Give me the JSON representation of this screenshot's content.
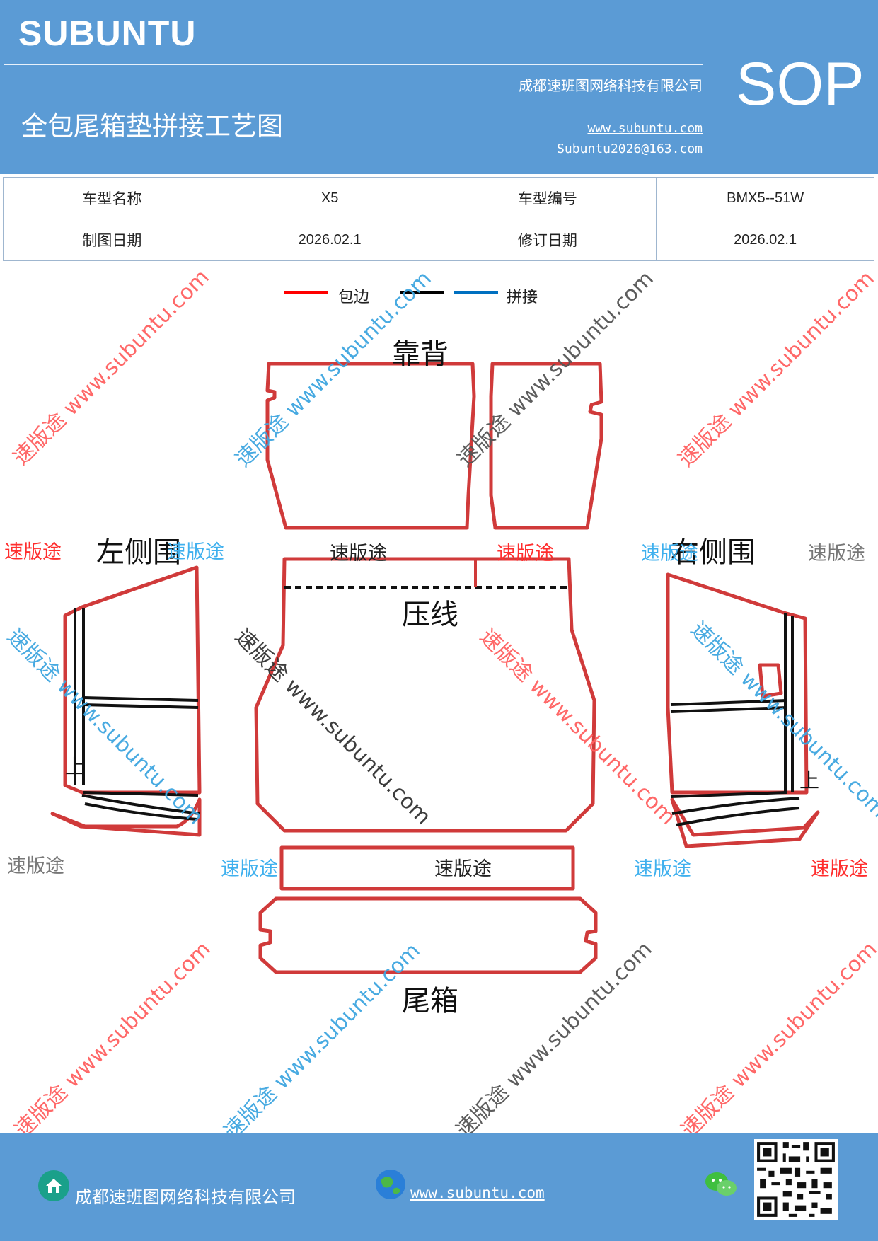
{
  "header": {
    "brand": "SUBUNTU",
    "title": "全包尾箱垫拼接工艺图",
    "company": "成都速班图网络科技有限公司",
    "website": "www.subuntu.com",
    "email": "Subuntu2026@163.com",
    "badge": "SOP"
  },
  "info_table": {
    "row1": {
      "label1": "车型名称",
      "value1": "X5",
      "label2": "车型编号",
      "value2": "BMX5--51W"
    },
    "row2": {
      "label1": "制图日期",
      "value1": "2026.02.1",
      "label2": "修订日期",
      "value2": "2026.02.1"
    }
  },
  "legend": {
    "items": [
      {
        "label": "包边",
        "color": "#ff0000"
      },
      {
        "label": "",
        "color": "#000000"
      },
      {
        "label": "拼接",
        "color": "#0070c0"
      }
    ]
  },
  "diagram": {
    "labels": {
      "back": "靠背",
      "left_side": "左侧围",
      "right_side": "右侧围",
      "press_line": "压线",
      "trunk": "尾箱"
    },
    "watermark_text": "速版途",
    "watermark_url": "速版途 www.subuntu.com",
    "side_mark": "上",
    "colors": {
      "outline": "#d03a3a",
      "seam": "#111111",
      "wm_red": "#ff2d2d",
      "wm_blue": "#3fb0ee",
      "wm_gray": "#777777"
    }
  },
  "footer": {
    "company": "成都速班图网络科技有限公司",
    "website": "www.subuntu.com",
    "icons": [
      "home-icon",
      "globe-icon",
      "wechat-icon",
      "qr-code"
    ]
  }
}
